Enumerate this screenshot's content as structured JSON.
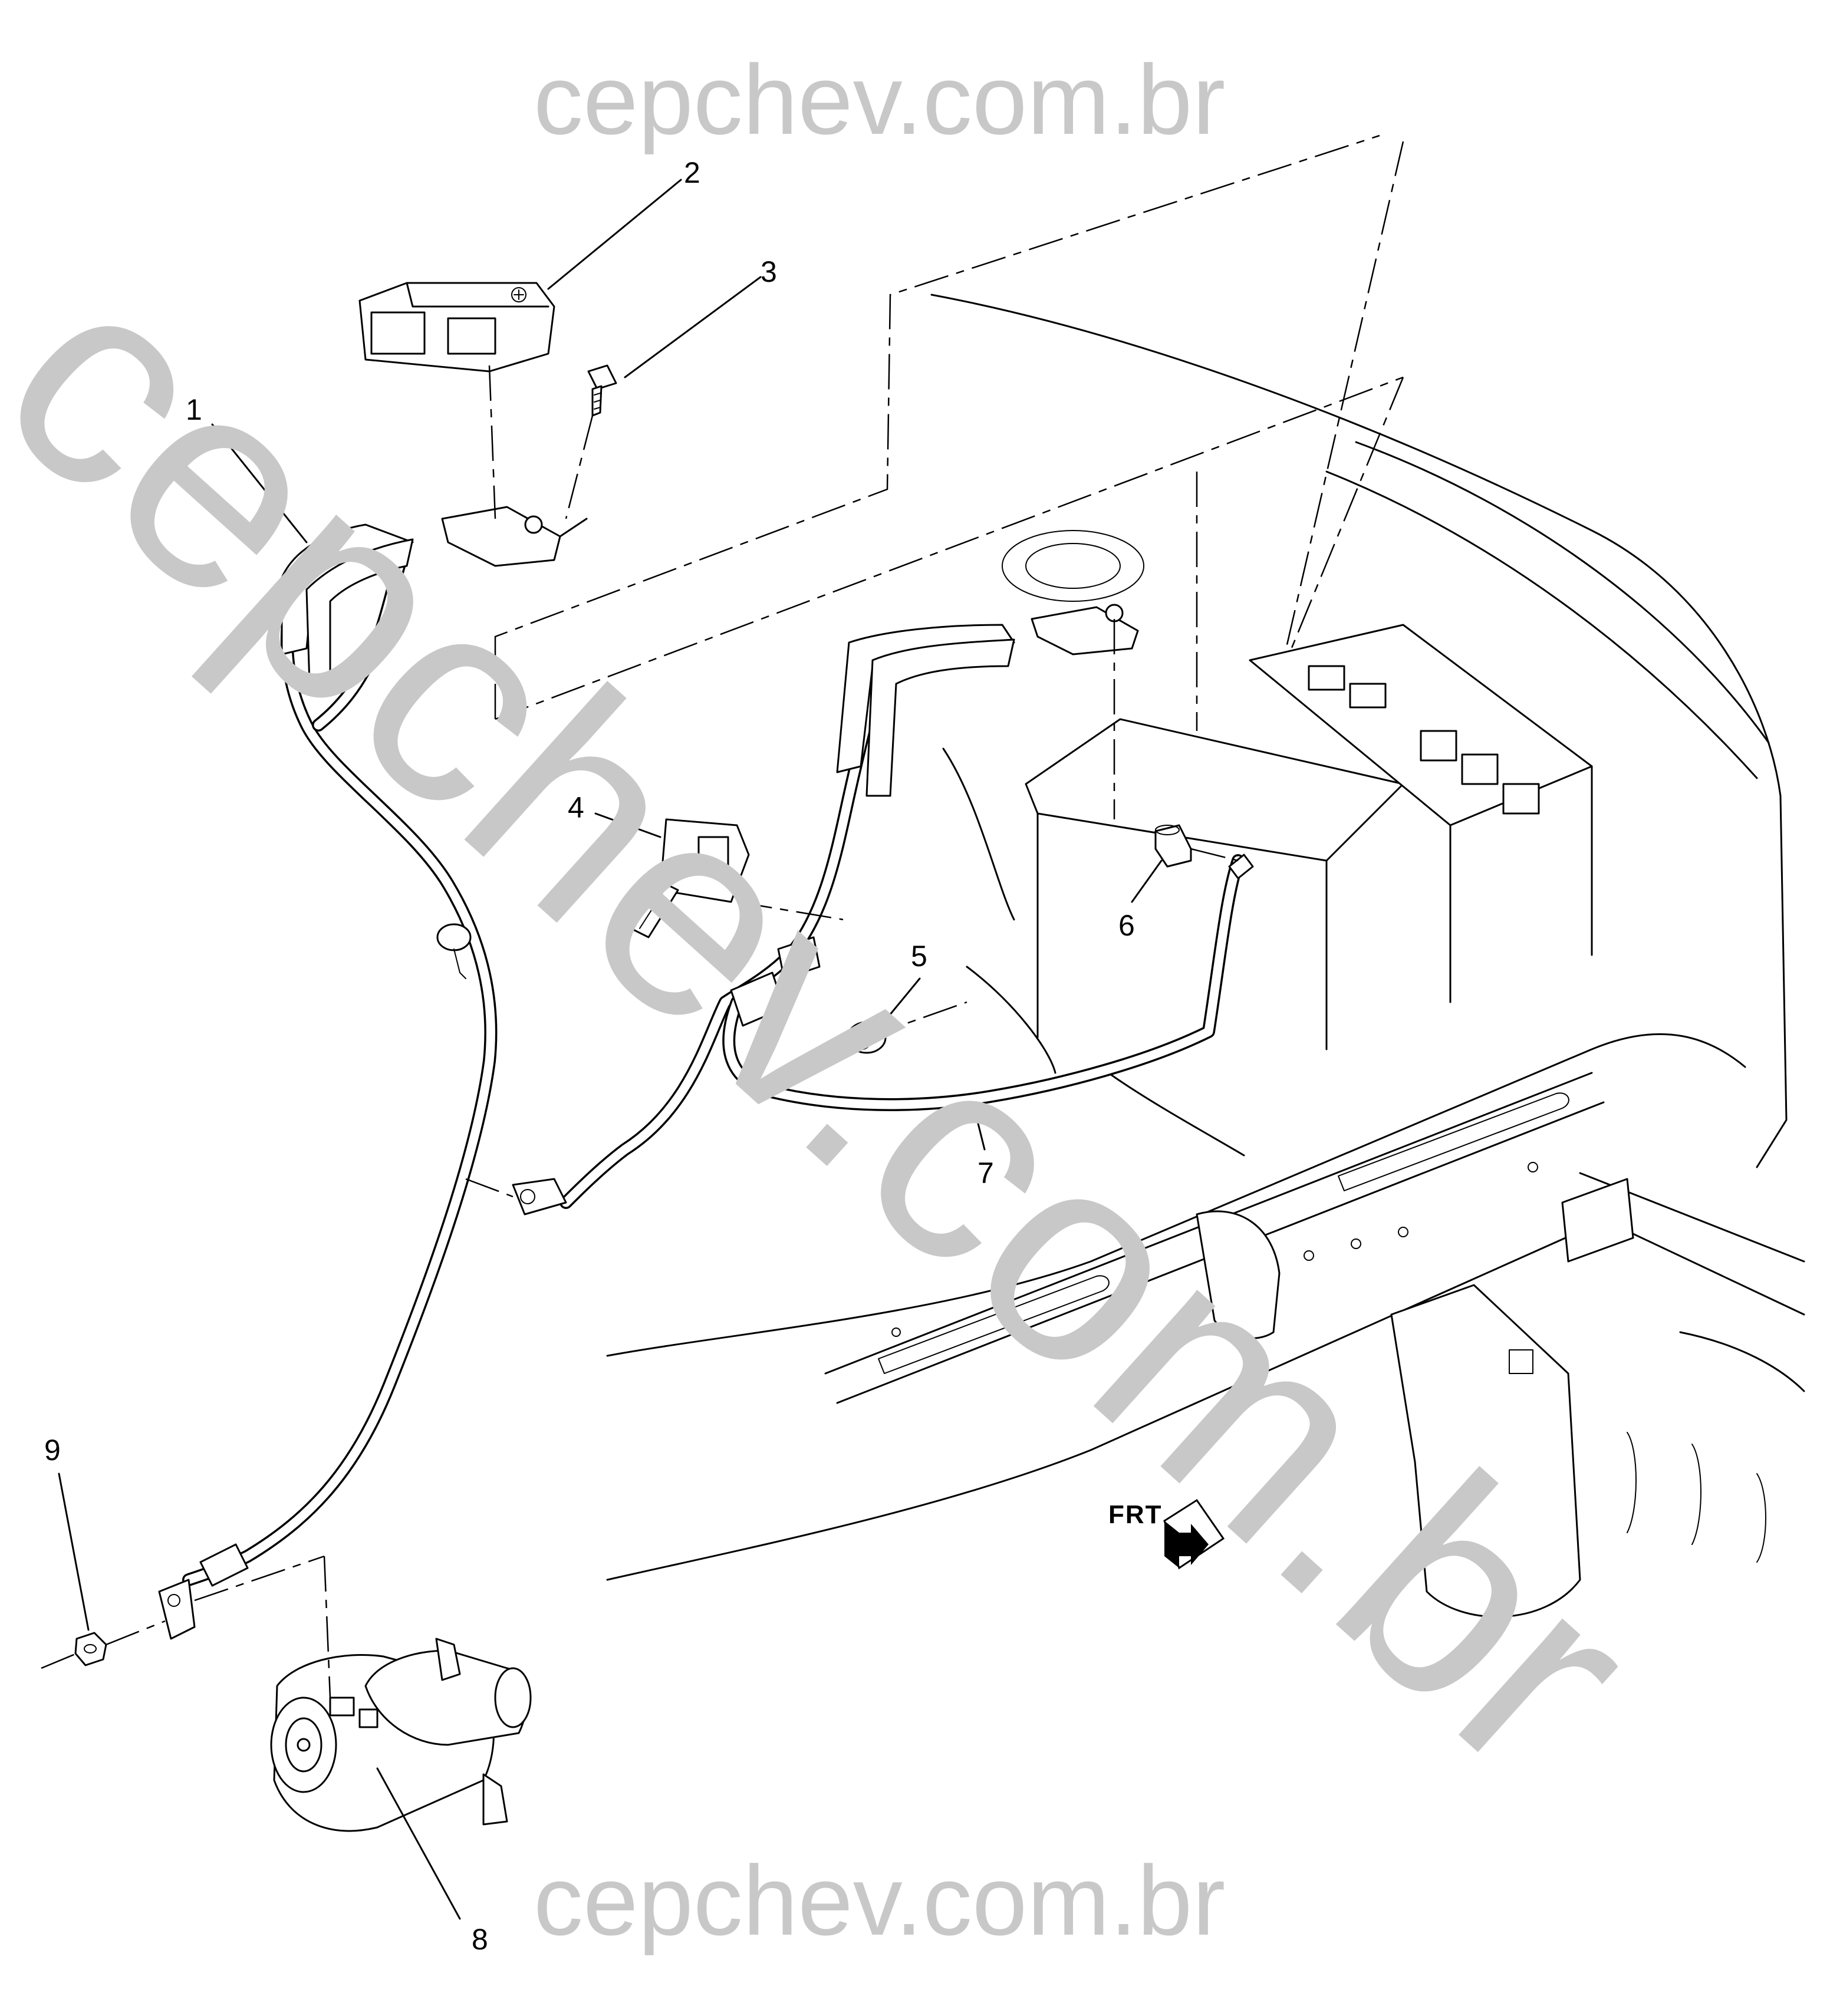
{
  "watermarks": {
    "top": "cepchev.com.br",
    "diagonal": "cepchev.com.br",
    "bottom": "cepchev.com.br"
  },
  "callouts": [
    "1",
    "2",
    "3",
    "4",
    "5",
    "6",
    "7",
    "8",
    "9"
  ],
  "front_indicator": "FRT"
}
